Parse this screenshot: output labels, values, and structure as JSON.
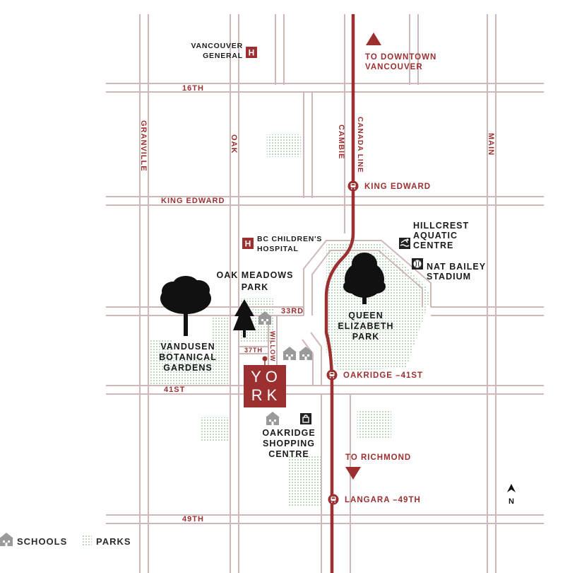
{
  "colors": {
    "road": "#cfb8b8",
    "accent": "#9c2f2f",
    "park_dot": "#8fc08f",
    "building": "#9a9a9a"
  },
  "streets": {
    "sixteenth": "16TH",
    "king_edward": "KING EDWARD",
    "thirty_third": "33RD",
    "thirty_seventh": "37TH",
    "forty_first": "41ST",
    "forty_ninth": "49TH",
    "granville": "GRANVILLE",
    "oak": "OAK",
    "cambie": "CAMBIE",
    "willow": "WILLOW",
    "main": "MAIN",
    "canada_line": "CANADA LINE"
  },
  "places": {
    "vgh": [
      "VANCOUVER",
      "GENERAL"
    ],
    "bc_childrens": [
      "BC CHILDREN'S",
      "HOSPITAL"
    ],
    "oak_meadows": [
      "OAK MEADOWS",
      "PARK"
    ],
    "vandusen": [
      "VANDUSEN",
      "BOTANICAL",
      "GARDENS"
    ],
    "hillcrest": [
      "HILLCREST",
      "AQUATIC",
      "CENTRE"
    ],
    "nat_bailey": [
      "NAT BAILEY",
      "STADIUM"
    ],
    "queen_elizabeth": [
      "QUEEN",
      "ELIZABETH",
      "PARK"
    ],
    "oakridge_centre": [
      "OAKRIDGE",
      "SHOPPING",
      "CENTRE"
    ]
  },
  "stations": {
    "king_edward": "KING EDWARD",
    "oakridge": "OAKRIDGE –41ST",
    "langara": "LANGARA –49TH"
  },
  "directions": {
    "downtown": [
      "TO DOWNTOWN",
      "VANCOUVER"
    ],
    "richmond": "TO RICHMOND"
  },
  "york_logo": [
    "YO",
    "RK"
  ],
  "hospital_letter": "H",
  "north_label": "N",
  "legend": {
    "schools": "SCHOOLS",
    "parks": "PARKS"
  },
  "icons": [
    "hospital-icon",
    "skytrain-station-icon",
    "pool-icon",
    "baseball-icon",
    "shopping-bag-icon",
    "school-icon",
    "tree-icon",
    "north-arrow-icon"
  ]
}
